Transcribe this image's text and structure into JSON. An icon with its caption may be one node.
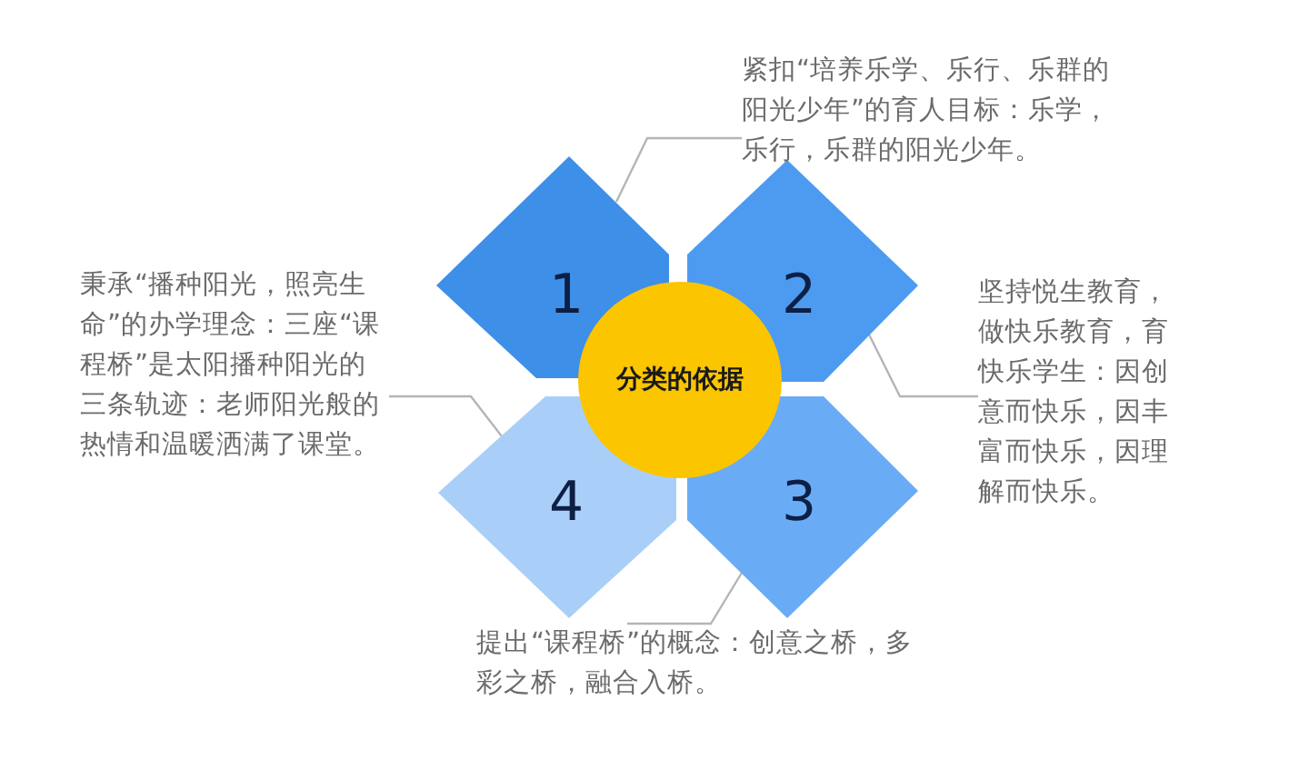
{
  "diagram": {
    "nodes": [
      {
        "text": [
          "分类的依据"
        ]
      },
      {
        "text": [
          "1"
        ]
      },
      {
        "text": [
          "2"
        ]
      },
      {
        "text": [
          "3"
        ]
      },
      {
        "text": [
          "4"
        ]
      },
      {
        "text": [
          "紧扣“培养乐学、乐行、乐群的阳光少年”的育人目标：乐学，乐行，乐群的阳光少年。"
        ]
      },
      {
        "text": [
          "坚持悦生教育，做快乐教育，育快乐学生：因创意而快乐，因丰富而快乐，因理解而快乐。"
        ]
      },
      {
        "text": [
          "提出“课程桥”的概念：创意之桥，多彩之桥，融合入桥。"
        ]
      },
      {
        "text": [
          "秉承“播种阳光，照亮生命”的办学理念：三座“课程桥”是太阳播种阳光的三条轨迹：老师阳光般的热情和温暖洒满了课堂。"
        ]
      }
    ],
    "edges": [
      {
        "from": 5,
        "to": 1,
        "arrow": "none"
      },
      {
        "from": 6,
        "to": 2,
        "arrow": "none"
      },
      {
        "from": 7,
        "to": 3,
        "arrow": "none"
      },
      {
        "from": 8,
        "to": 4,
        "arrow": "none"
      }
    ]
  }
}
